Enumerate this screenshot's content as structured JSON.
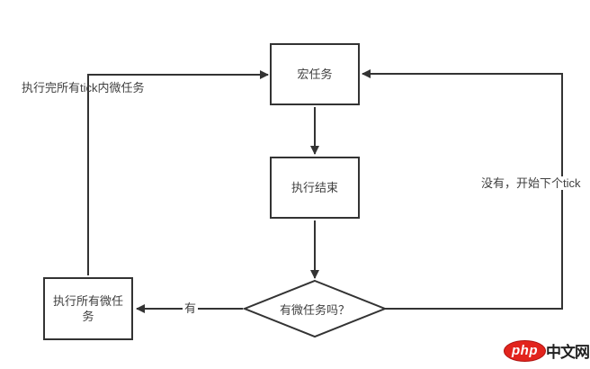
{
  "diagram": {
    "nodes": [
      {
        "id": "macro-task",
        "shape": "rect",
        "label": "宏任务"
      },
      {
        "id": "execution-end",
        "shape": "rect",
        "label": "执行结束"
      },
      {
        "id": "has-microtasks",
        "shape": "diamond",
        "label": "有微任务吗？"
      },
      {
        "id": "run-all-microtasks",
        "shape": "rect",
        "label": "执行所有微任务"
      }
    ],
    "edge_labels": {
      "after_all_tick_microtasks": "执行完所有tick内微任务",
      "no_start_next_tick": "没有，开始下个tick",
      "yes": "有"
    },
    "colors": {
      "line": "#333333",
      "text": "#404040",
      "node_fill": "#ffffff",
      "background": "#ffffff"
    }
  },
  "watermark": {
    "badge_text": "php",
    "site_text": "中文网",
    "badge_color": "#e2241d",
    "site_color": "#222222"
  }
}
